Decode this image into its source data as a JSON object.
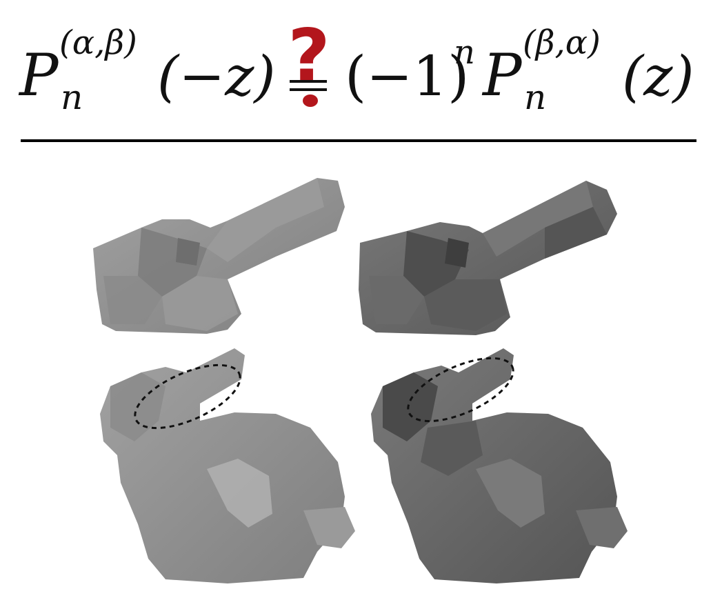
{
  "formula": {
    "lhs_base": "P",
    "lhs_sup": "(α,β)",
    "lhs_sub": "n",
    "lhs_arg": "(−z)",
    "relation_mark": "?",
    "rhs_factor_base": "(−1)",
    "rhs_factor_exp": "n",
    "rhs_base": "P",
    "rhs_sup": "(β,α)",
    "rhs_sub": "n",
    "rhs_arg": "(z)"
  },
  "colors": {
    "question_mark": "#b3161c",
    "text": "#111111",
    "rule": "#000000",
    "mesh_left": "#8e8e8e",
    "mesh_right": "#666666"
  },
  "panels": [
    {
      "name": "ear-closeup-smooth-left"
    },
    {
      "name": "ear-closeup-faceted-right"
    },
    {
      "name": "bunny-smooth-left"
    },
    {
      "name": "bunny-faceted-right"
    }
  ]
}
